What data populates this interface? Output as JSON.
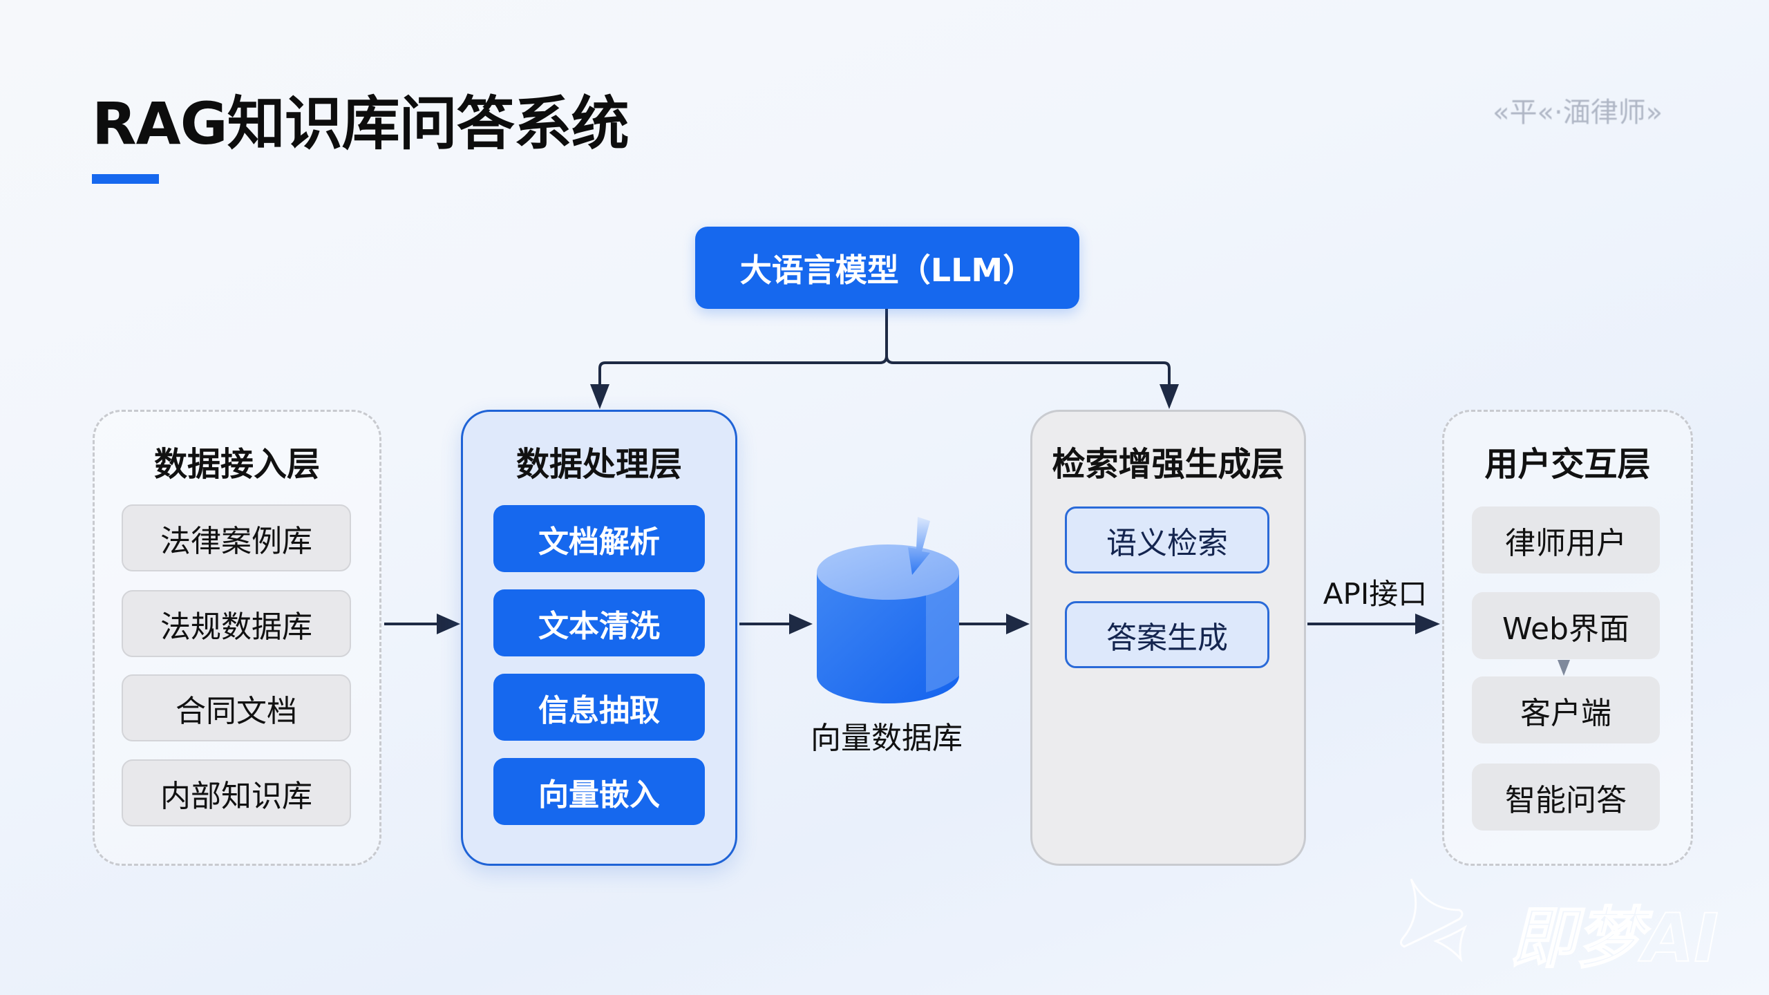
{
  "header": {
    "title": "RAG知识库问答系统",
    "watermark_top": "«平«·湎律师»",
    "accent_color": "#1668ee"
  },
  "llm": {
    "label": "大语言模型（LLM）"
  },
  "layers": {
    "ingest": {
      "title": "数据接入层",
      "items": [
        "法律案例库",
        "法规数据库",
        "合同文档",
        "内部知识库"
      ]
    },
    "processing": {
      "title": "数据处理层",
      "items": [
        "文档解析",
        "文本清洗",
        "信息抽取",
        "向量嵌入"
      ]
    },
    "vector_db": {
      "label": "向量数据库",
      "icon": "database-cylinder-icon"
    },
    "rag": {
      "title": "检索增强生成层",
      "items": [
        "语义检索",
        "答案生成"
      ]
    },
    "api": {
      "label": "API接口"
    },
    "user": {
      "title": "用户交互层",
      "items": [
        "律师用户",
        "Web界面",
        "客户端",
        "智能问答"
      ]
    }
  },
  "watermark_bottom": {
    "text": "即梦AI",
    "icon": "jimeng-logo-icon"
  },
  "colors": {
    "primary_blue": "#1668ee",
    "processing_bg": "#dfe9fb",
    "arrow": "#1e2a44",
    "gray_item": "#e8e8eb"
  }
}
